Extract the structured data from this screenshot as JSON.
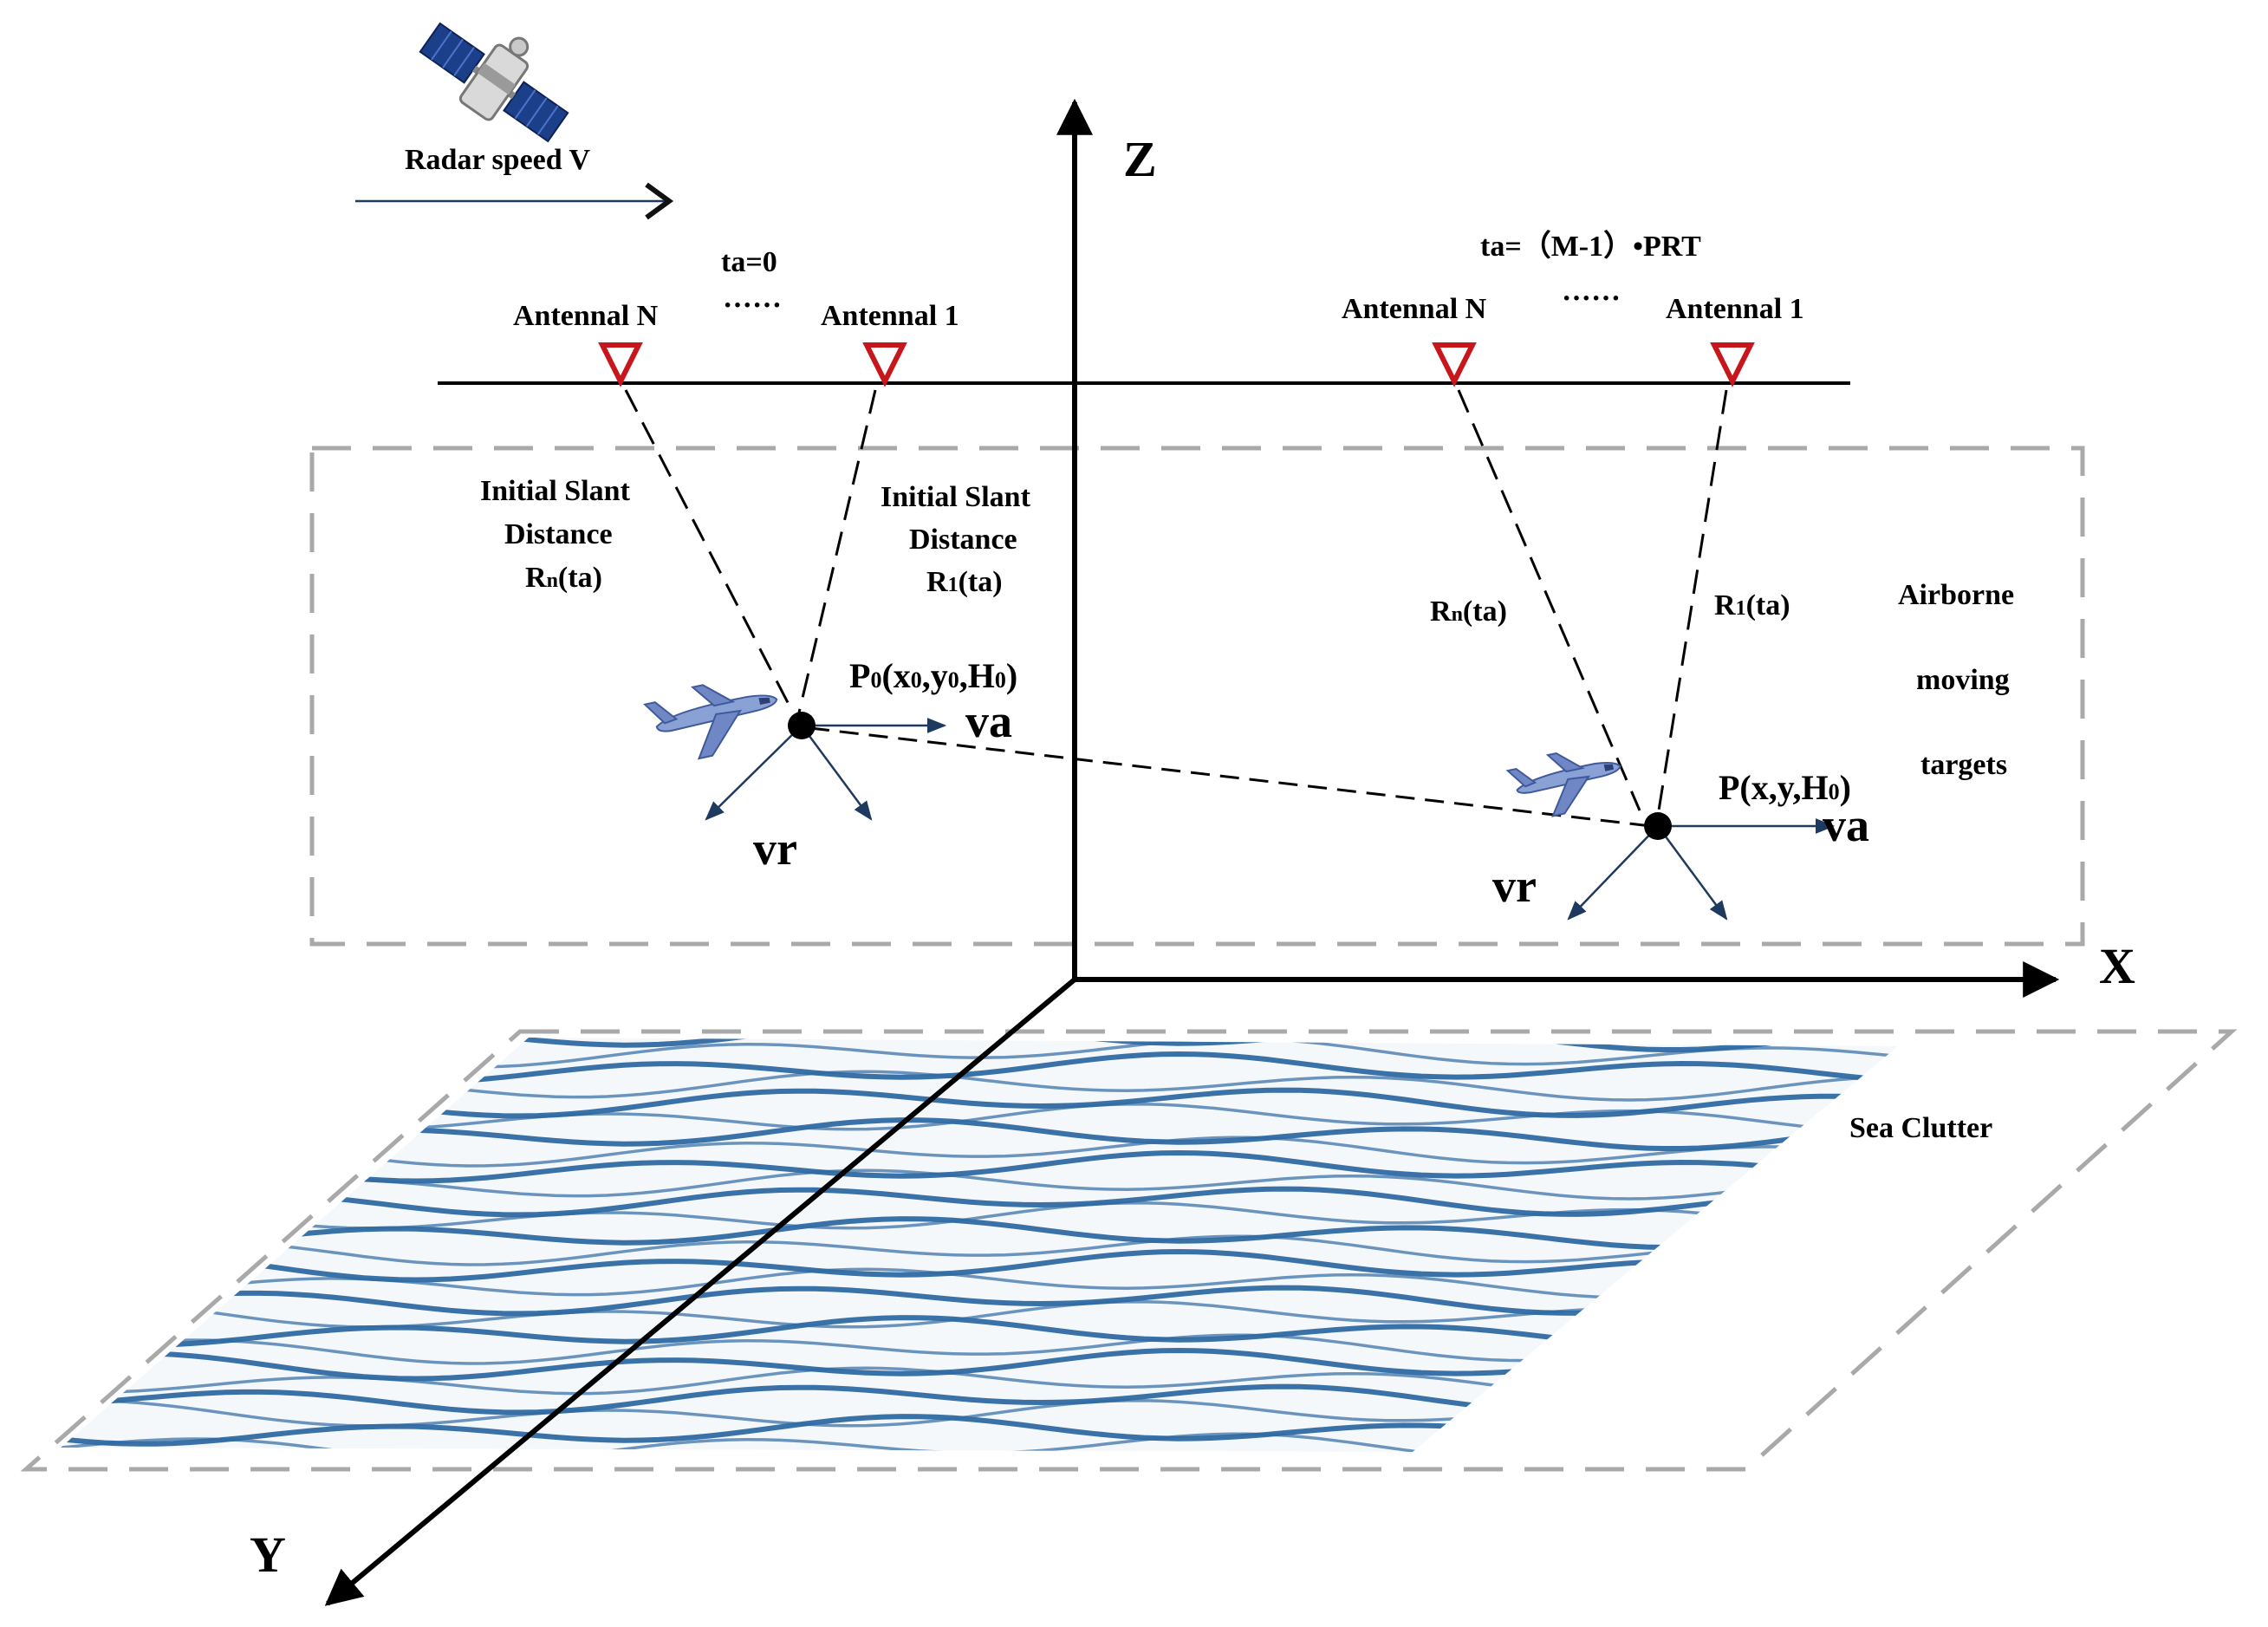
{
  "axes": {
    "x": "X",
    "y": "Y",
    "z": "Z"
  },
  "radar": {
    "speed_label": "Radar speed V"
  },
  "time_start": {
    "label": "ta=0",
    "antenna_n": "Antennal N",
    "antenna_1": "Antennal 1",
    "dots": "······"
  },
  "time_end": {
    "label": "ta=（M-1）•PRT",
    "antenna_n": "Antennal N",
    "antenna_1": "Antennal 1",
    "dots": "······"
  },
  "left_slant": {
    "line1": "Initial Slant",
    "line2": "Distance",
    "rn_main": "R",
    "rn_sub": "n",
    "rn_tail": "(ta)"
  },
  "right_slant": {
    "line1": "Initial Slant",
    "line2": "Distance",
    "r1_main": "R",
    "r1_sub": "1",
    "r1_tail": "(ta)"
  },
  "far_ranges": {
    "rn_main": "R",
    "rn_sub": "n",
    "rn_tail": "(ta)",
    "r1_main": "R",
    "r1_sub": "1",
    "r1_tail": "(ta)"
  },
  "target_initial": {
    "p": "P",
    "p_sub": "0",
    "open": "(x",
    "x_sub": "0",
    "mid1": ",y",
    "y_sub": "0",
    "mid2": ",H",
    "h_sub": "0",
    "close": ")",
    "va": "va",
    "vr": "vr"
  },
  "target_final": {
    "p": "P(x,y,H",
    "h_sub": "0",
    "close": ")",
    "va": "va",
    "vr": "vr"
  },
  "box_label": {
    "line1": "Airborne",
    "line2": "moving",
    "line3": "targets"
  },
  "sea_label": "Sea  Clutter",
  "colors": {
    "antenna": "#c8161d",
    "sea": "#2f6aa3",
    "dash": "#a9a9a9",
    "arrow": "#1f3a5f"
  }
}
